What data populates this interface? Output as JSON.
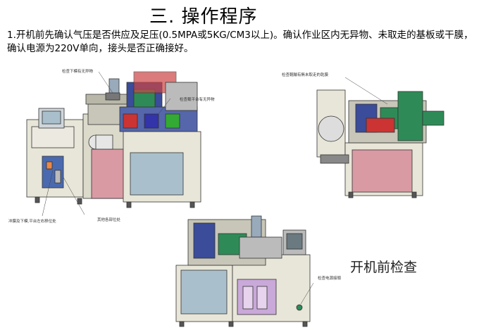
{
  "page": {
    "title": "三. 操作程序",
    "paragraph": "1.开机前先确认气压是否供应及足压(0.5MPA或5KG/CM3以上)。确认作业区内无异物、未取走的基板或干膜，确认电源为220V单向，接头是否正确接好。",
    "caption": "开机前检查"
  },
  "figures": {
    "machine1": {
      "labels": [
        "检查下模有无异物",
        "检查载平台有无异物",
        "冲膜及下模,平台左右移位处",
        "其他各部位处"
      ]
    },
    "machine2": {
      "labels": [
        "检查輥輪有無未取走的乾膜"
      ]
    },
    "machine3": {
      "labels": [
        "检查电源接頭"
      ]
    }
  },
  "colors": {
    "frame": "#e8e6d8",
    "panel_blue": "#a9c0cc",
    "pink": "#d99aa3",
    "purple": "#c9a9d9",
    "mechanism_blue": "#3a4c9a",
    "mechanism_green": "#2e8b57",
    "outline": "#333333"
  }
}
